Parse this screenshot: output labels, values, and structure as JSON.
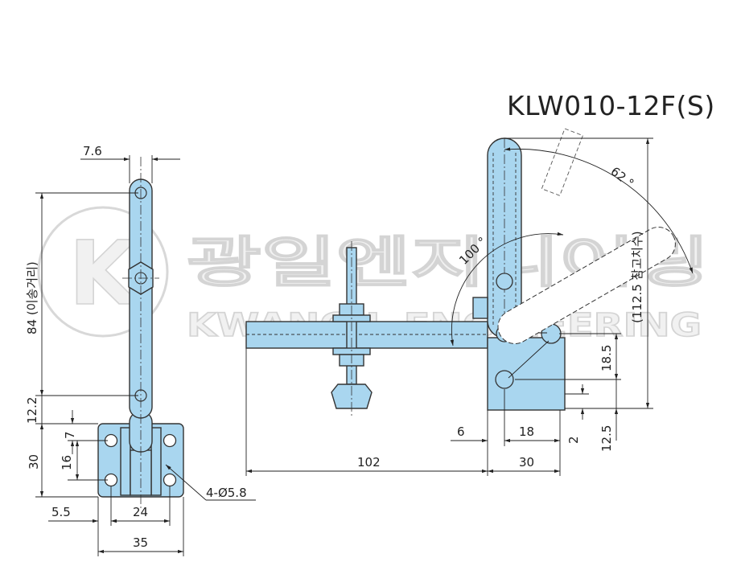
{
  "model": "KLW010-12F(S)",
  "watermark": {
    "korean": "광일엔지니어링",
    "english": "KWANGIL ENGINEERING",
    "logo_letter": "K"
  },
  "front_view": {
    "top_width": "7.6",
    "stroke": "84 (이송거리)",
    "offset": "12.2",
    "h7": "7",
    "h16": "16",
    "h30": "30",
    "w55": "5.5",
    "w24": "24",
    "w35": "35",
    "holes": "4-Ø5.8"
  },
  "side_view": {
    "angle_open": "100 °",
    "angle_handle": "62 °",
    "ref_height": "(112.5 참고치수)",
    "h185": "18.5",
    "h125": "12.5",
    "h2": "2",
    "w6": "6",
    "w18": "18",
    "w102": "102",
    "w30": "30"
  }
}
